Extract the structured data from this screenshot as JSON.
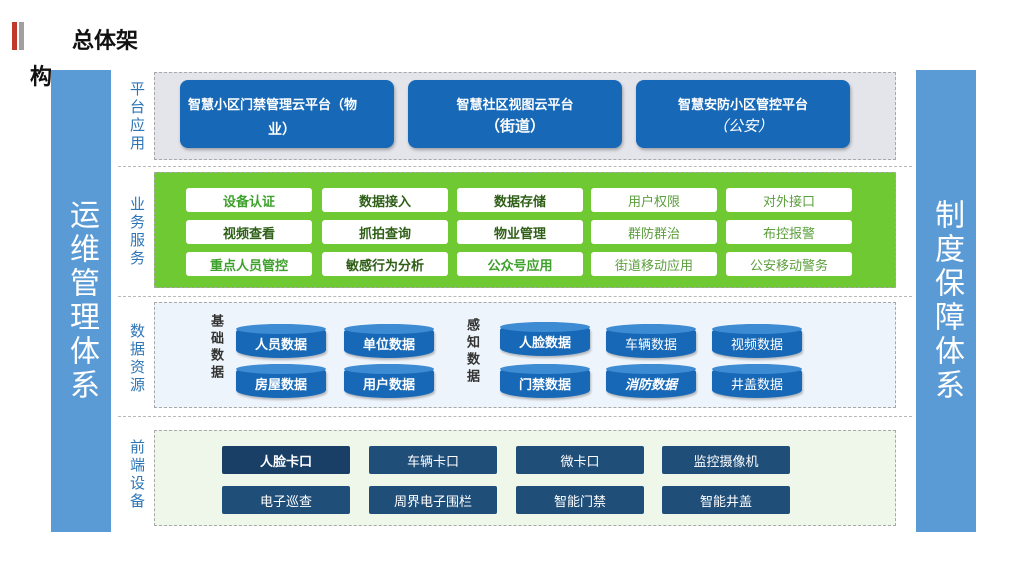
{
  "title": "总体架构",
  "left_column": "运维管理体系",
  "right_column": "制度保障体系",
  "layers": {
    "platform": {
      "label": "平台应用",
      "cards": [
        {
          "text": "智慧小区门禁管理云平台（物",
          "tail": "业）"
        },
        {
          "text": "智慧社区视图云平台",
          "sub": "（街道）"
        },
        {
          "text": "智慧安防小区管控平台",
          "sub": "（公安）"
        }
      ]
    },
    "service": {
      "label": "业务服务",
      "items": [
        [
          "设备认证",
          "数据接入",
          "数据存储",
          "用户权限",
          "对外接口"
        ],
        [
          "视频查看",
          "抓拍查询",
          "物业管理",
          "群防群治",
          "布控报警"
        ],
        [
          "重点人员管控",
          "敏感行为分析",
          "公众号应用",
          "街道移动应用",
          "公安移动警务"
        ]
      ]
    },
    "data": {
      "label": "数据资源",
      "basic_label": "基础数据",
      "perception_label": "感知数据",
      "basic": [
        "人员数据",
        "单位数据",
        "房屋数据",
        "用户数据"
      ],
      "perception": [
        "人脸数据",
        "车辆数据",
        "视频数据",
        "门禁数据",
        "消防数据",
        "井盖数据"
      ]
    },
    "frontend": {
      "label": "前端设备",
      "devices": [
        [
          "人脸卡口",
          "车辆卡口",
          "微卡口",
          "监控摄像机"
        ],
        [
          "电子巡查",
          "周界电子围栏",
          "智能门禁",
          "智能井盖"
        ]
      ]
    }
  },
  "colors": {
    "accent_red": "#c0392b",
    "side_blue": "#5b9bd5",
    "card_blue": "#1769b8",
    "service_green": "#6fc933",
    "device_navy": "#1f4e79",
    "label_blue": "#2e75b6"
  }
}
